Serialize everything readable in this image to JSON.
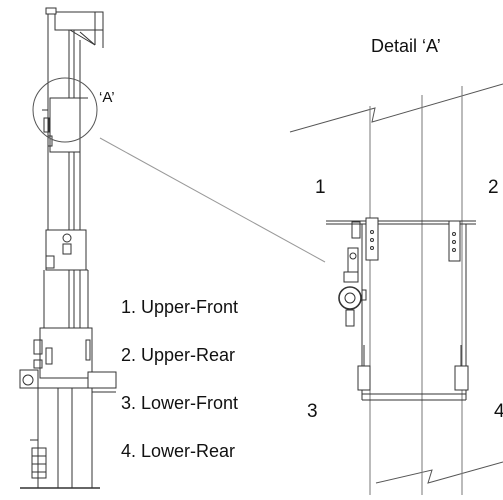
{
  "detail": {
    "title": "Detail ‘A’",
    "callout_tag": "‘A’"
  },
  "markers": {
    "m1": "1",
    "m2": "2",
    "m3": "3",
    "m4": "4"
  },
  "legend": [
    "1. Upper-Front",
    "2. Upper-Rear",
    "3. Lower-Front",
    "4. Lower-Rear"
  ]
}
